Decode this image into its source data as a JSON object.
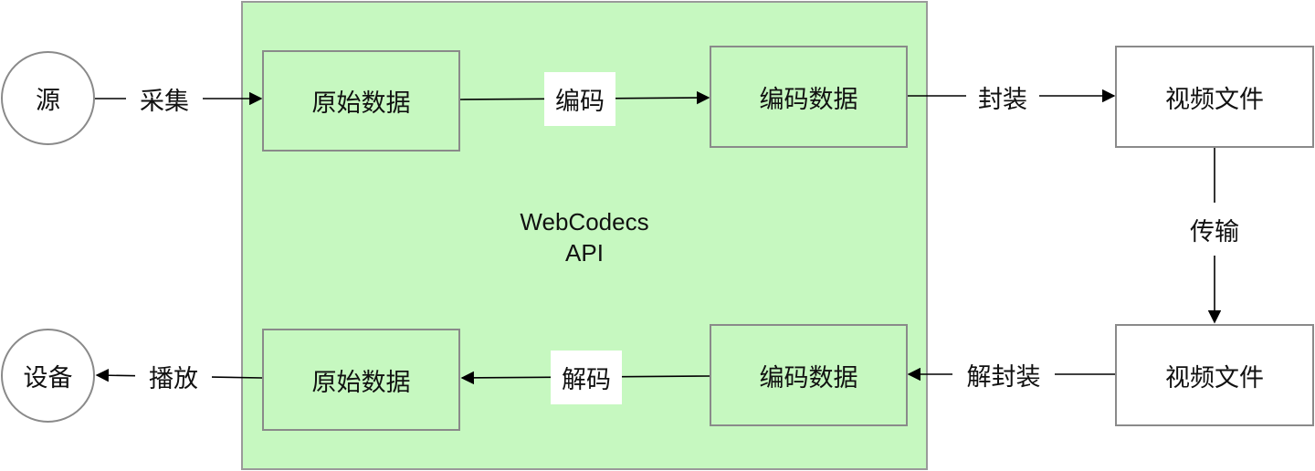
{
  "api": {
    "line1": "WebCodecs",
    "line2": "API",
    "fill": "#c6f8c0"
  },
  "top": {
    "source": "源",
    "capture": "采集",
    "raw": "原始数据",
    "encode": "编码",
    "encoded": "编码数据",
    "mux": "封装",
    "file": "视频文件"
  },
  "transfer": "传输",
  "bottom": {
    "file": "视频文件",
    "demux": "解封装",
    "encoded": "编码数据",
    "decode": "解码",
    "raw": "原始数据",
    "play": "播放",
    "device": "设备"
  }
}
